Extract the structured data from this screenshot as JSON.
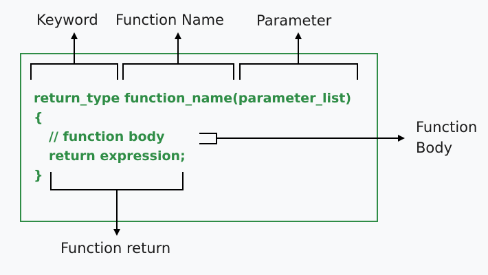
{
  "colors": {
    "accent": "#2f8d46",
    "text": "#1a1a1a",
    "line": "#000000",
    "background": "#f8f9fa"
  },
  "labels": {
    "keyword": "Keyword",
    "function_name": "Function Name",
    "parameter": "Parameter",
    "function_body_line1": "Function",
    "function_body_line2": "Body",
    "function_return": "Function return"
  },
  "code": {
    "signature": "return_type function_name(parameter_list)",
    "open_brace": "{",
    "comment": "// function body",
    "return_line": "return expression;",
    "close_brace": "}"
  }
}
